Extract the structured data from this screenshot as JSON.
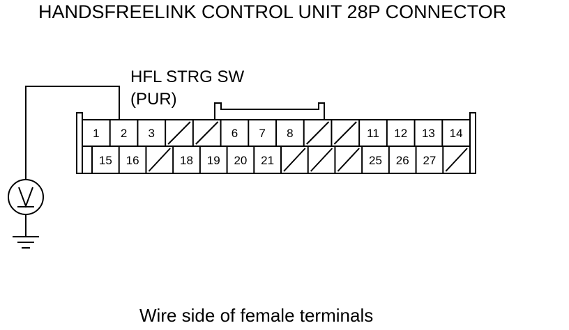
{
  "diagram": {
    "title": "HANDSFREELINK CONTROL UNIT 28P CONNECTOR",
    "wire_label_line1": "HFL STRG SW",
    "wire_label_line2": "(PUR)",
    "caption": "Wire side of female terminals",
    "connector": {
      "top_row": [
        "1",
        "2",
        "3",
        "",
        "",
        "6",
        "7",
        "8",
        "",
        "",
        "11",
        "12",
        "13",
        "14"
      ],
      "bottom_row": [
        "",
        "15",
        "16",
        "",
        "18",
        "19",
        "20",
        "21",
        "",
        "",
        "",
        "25",
        "26",
        "27",
        ""
      ],
      "probe_terminal": "2"
    },
    "meter_icon": "voltmeter-icon",
    "ground_icon": "ground-icon",
    "colors": {
      "line": "#000000",
      "background": "#ffffff"
    }
  }
}
